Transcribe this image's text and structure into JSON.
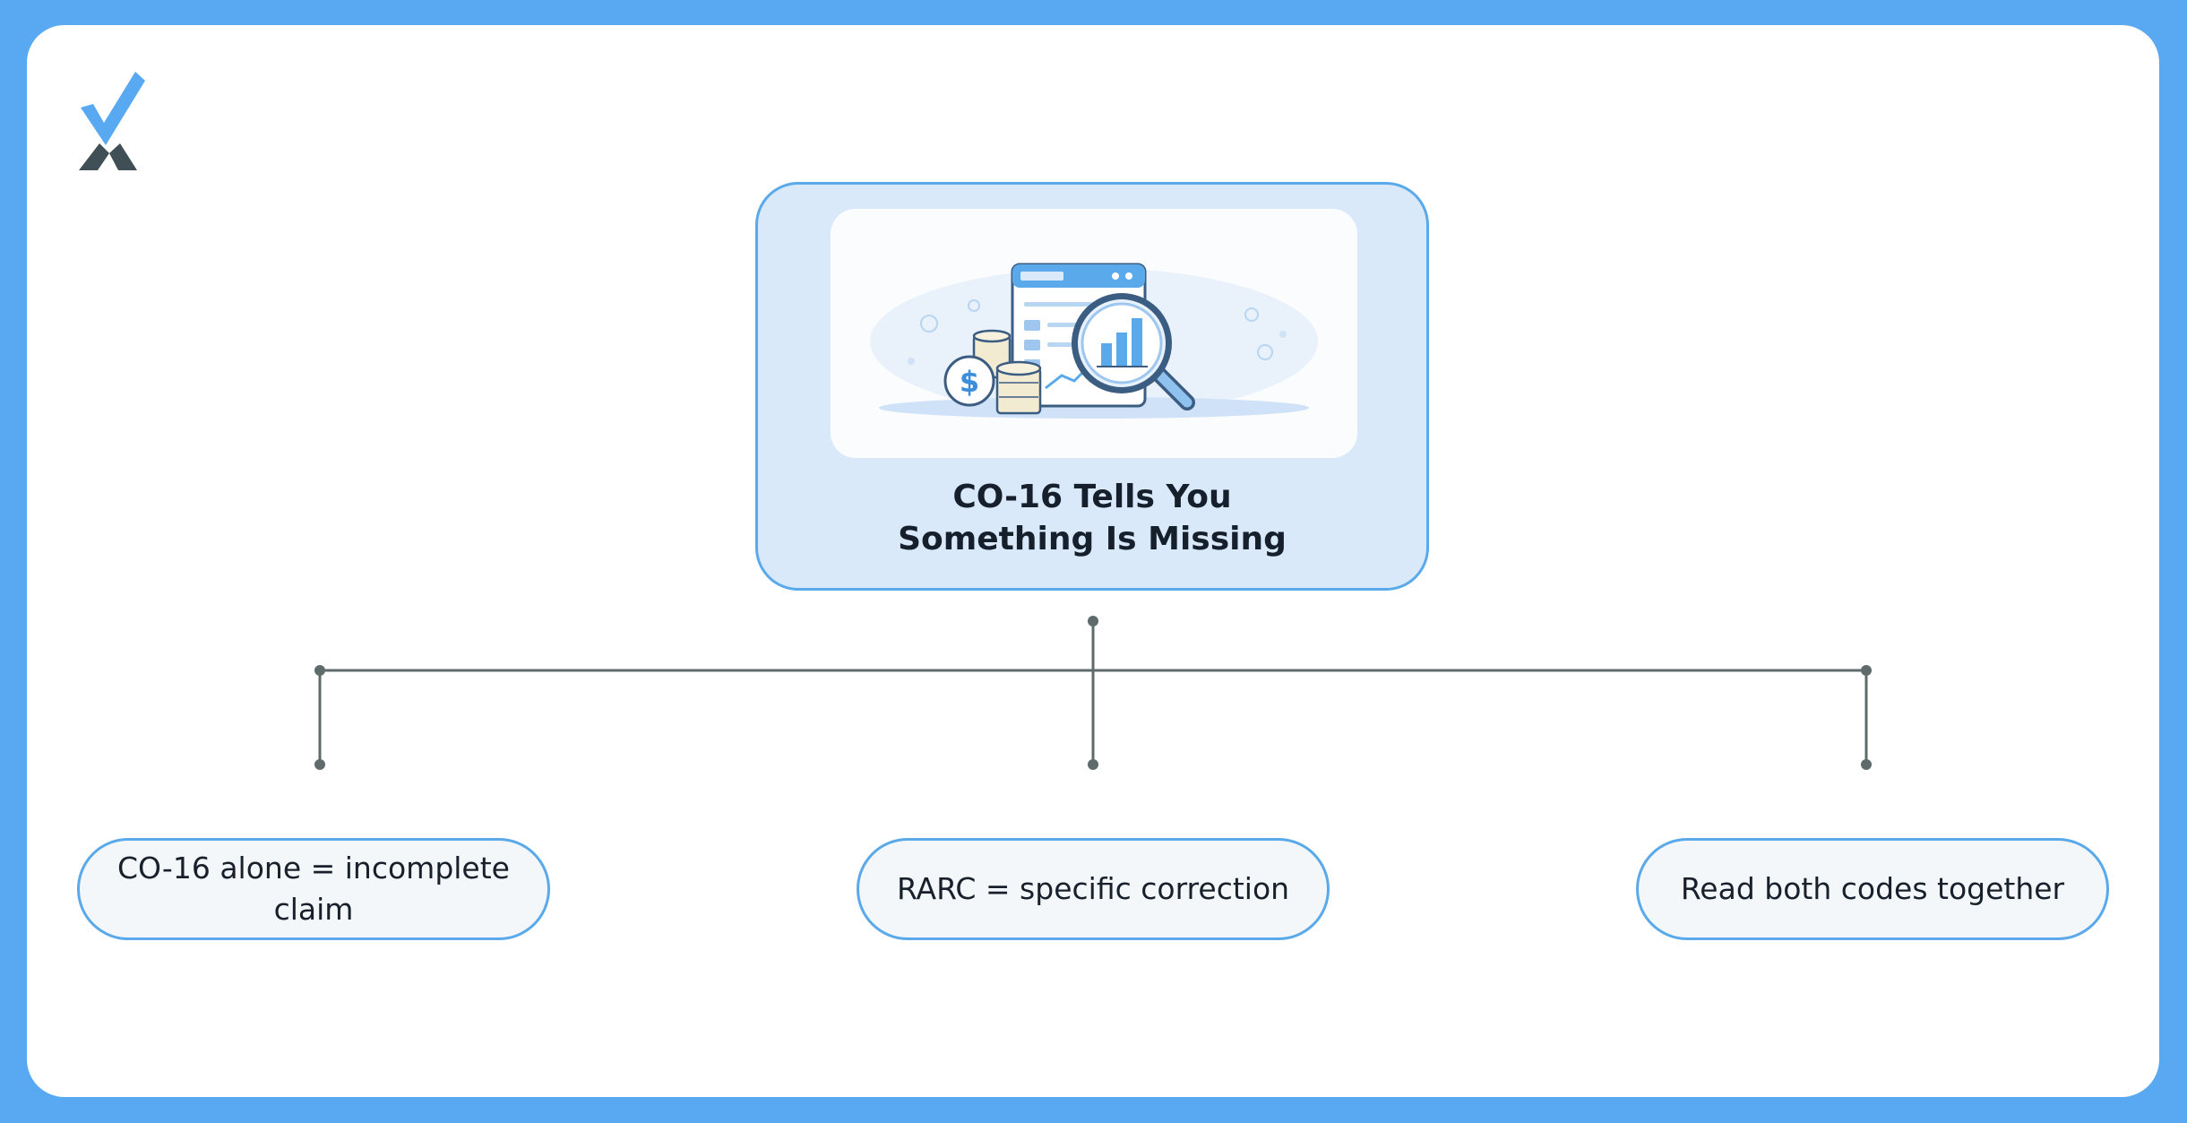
{
  "diagram": {
    "root": {
      "title_line_1": "CO-16 Tells You",
      "title_line_2": "Something Is Missing",
      "illustration_icons": [
        "document-icon",
        "magnifier-icon",
        "coins-icon",
        "dollar-icon",
        "bar-chart-icon"
      ]
    },
    "branches": [
      {
        "label": "CO-16 alone = incomplete claim"
      },
      {
        "label": "RARC = specific correction"
      },
      {
        "label": "Read both codes together"
      }
    ]
  },
  "colors": {
    "frame": "#58a9f2",
    "card_fill": "#d9e9f9",
    "card_border": "#5aa9ea",
    "connector": "#5f6b6b",
    "leaf_fill": "#f3f7fa"
  }
}
